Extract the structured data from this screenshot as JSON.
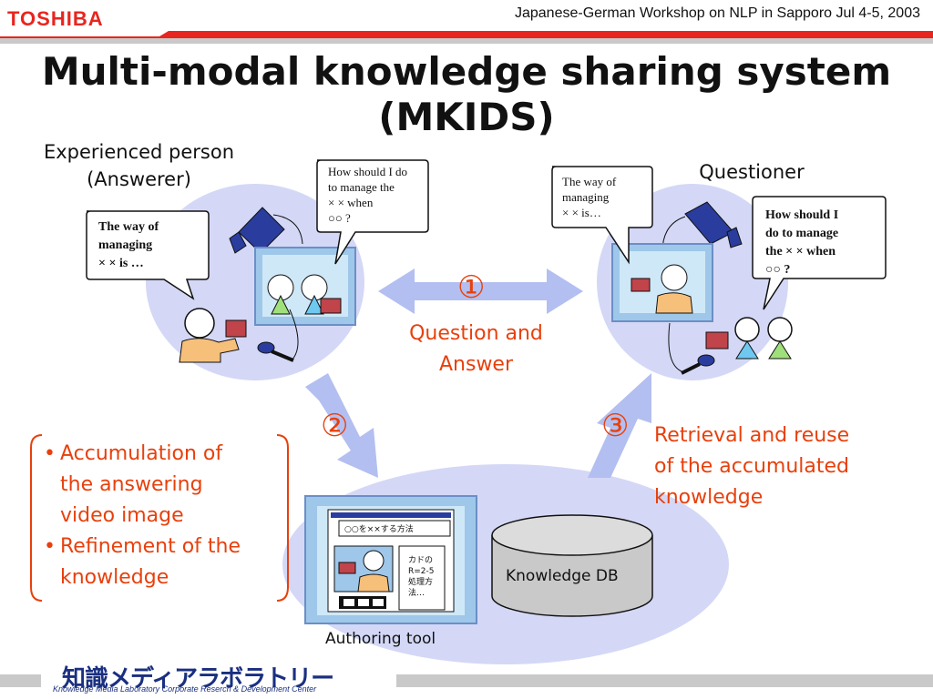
{
  "header": {
    "logo": "TOSHIBA",
    "conference": "Japanese-German Workshop on NLP in Sapporo  Jul 4-5, 2003"
  },
  "title": "Multi-modal knowledge sharing system (MKIDS)",
  "answerer": {
    "line1": "Experienced person",
    "line2": "(Answerer)"
  },
  "questioner": "Questioner",
  "bubbles": {
    "answerer_says": {
      "l1": "The way of",
      "l2": "managing",
      "l3": "× × is …"
    },
    "screen_left": {
      "l1": "How should I do",
      "l2": "to manage the",
      "l3": "× × when",
      "l4": "○○ ?"
    },
    "screen_right": {
      "l1": "The way of",
      "l2": "managing",
      "l3": "× × is…"
    },
    "questioner_says": {
      "l1": "How should I",
      "l2": "do to manage",
      "l3": "the × × when",
      "l4": "○○ ?"
    }
  },
  "steps": {
    "one": "①",
    "one_label": {
      "l1": "Question and",
      "l2": "Answer"
    },
    "two": "②",
    "three": "③",
    "three_label": {
      "l1": "Retrieval and reuse",
      "l2": "of the accumulated",
      "l3": "knowledge"
    }
  },
  "bullets": [
    {
      "l1": "Accumulation of",
      "l2": "the answering",
      "l3": "video image"
    },
    {
      "l1": "Refinement of the",
      "l2": "knowledge"
    }
  ],
  "authoring": {
    "caption": "Authoring tool",
    "window_title": "○○を××する方法",
    "text_box": {
      "l1": "カドの",
      "l2": "R=2-5",
      "l3": "処理方",
      "l4": "法…"
    }
  },
  "db": "Knowledge DB",
  "footer": {
    "lab_name": "知識メディアラボラトリー",
    "lab_sub": "Knowledge Media Laboratory Corporate Reserch & Development Center"
  },
  "colors": {
    "accent_red": "#e8400c",
    "header_red": "#e8251f",
    "ellipse": "#d4d8f6",
    "arrow": "#b3bff0"
  }
}
